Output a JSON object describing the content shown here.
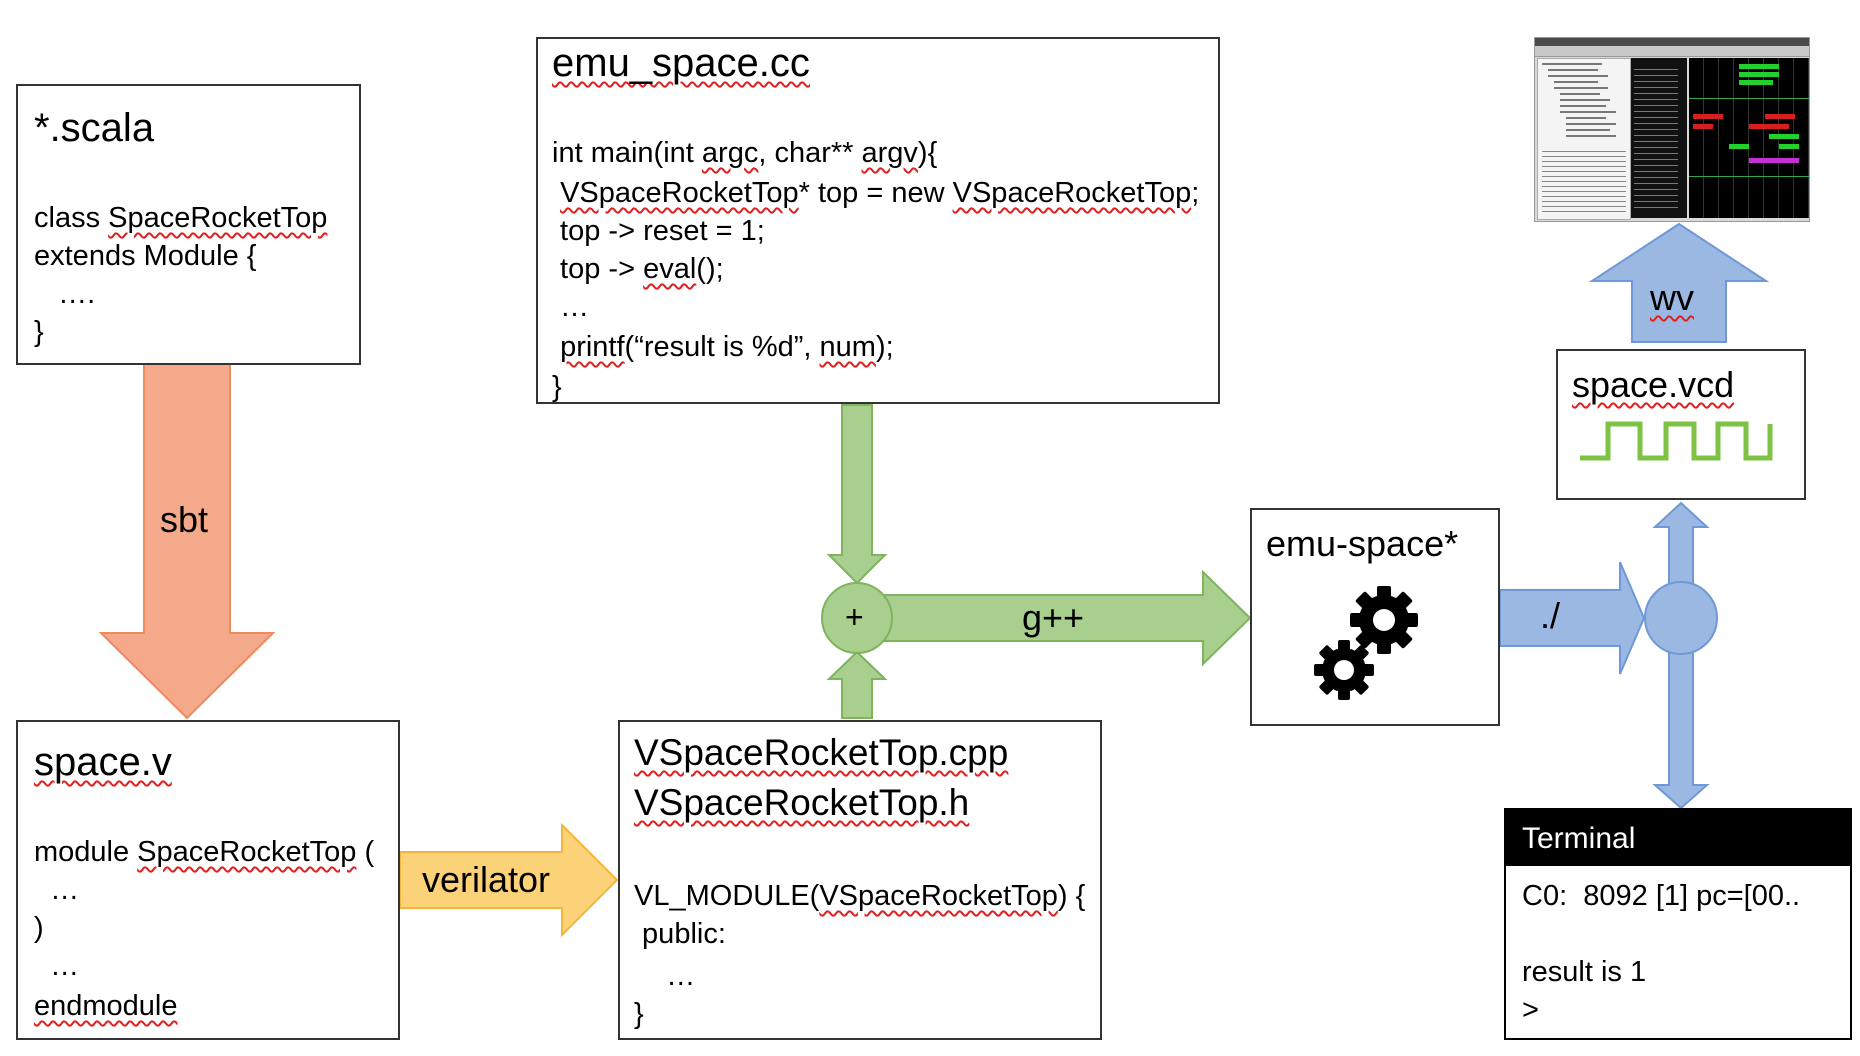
{
  "scala_box": {
    "title": "*.scala",
    "line1_a": "class ",
    "line1_b": "SpaceRocketTop",
    "line2": "extends Module {",
    "line3": "   ….",
    "line4": "}"
  },
  "arrows": {
    "sbt": "sbt",
    "verilator": "verilator",
    "gpp": "g++",
    "plus": "+",
    "run": "./",
    "wv": "wv"
  },
  "spacev_box": {
    "title": "space.v",
    "line1_a": "module ",
    "line1_b": "SpaceRocketTop",
    "line1_c": " (",
    "line2": "  …",
    "line3": ")",
    "line4": "  …",
    "line5": "endmodule"
  },
  "emu_cc_box": {
    "title": "emu_space.cc",
    "line1_a": "int ",
    "line1_b": "main(int",
    "line1_c": " ",
    "line1_d": "argc",
    "line1_e": ", char** ",
    "line1_f": "argv",
    "line1_g": "){",
    "line2_a": " ",
    "line2_b": "VSpaceRocketTop",
    "line2_c": "* top = new ",
    "line2_d": "VSpaceRocketTop",
    "line2_e": ";",
    "line3": " top -> reset = 1;",
    "line4_a": " top -> ",
    "line4_b": "eval",
    "line4_c": "();",
    "line5": " …",
    "line6_a": " ",
    "line6_b": "printf",
    "line6_c": "(“result is %d”, ",
    "line6_d": "num",
    "line6_e": ");",
    "line7": "}"
  },
  "vcpp_box": {
    "title1": "VSpaceRocketTop.cpp",
    "title2": "VSpaceRocketTop.h",
    "line1_a": "VL_MODULE(",
    "line1_b": "VSpaceRocketTop",
    "line1_c": ") {",
    "line2": " public:",
    "line3": "    …",
    "line4": "}"
  },
  "emu_bin_box": {
    "title": "emu-space*",
    "icon": "gears-icon"
  },
  "vcd_box": {
    "title": "space.vcd",
    "icon": "square-waveform-icon"
  },
  "terminal": {
    "header": "Terminal",
    "line1": "C0:  8092 [1] pc=[00..",
    "line2": "result is 1",
    "line3": ">"
  },
  "waveform_viewer": {
    "icon": "waveform-viewer-screenshot-icon"
  },
  "colors": {
    "orange_arrow": "#F4A98B",
    "orange_border": "#EE8A5E",
    "yellow_arrow": "#FCD279",
    "yellow_border": "#F5B53A",
    "green_arrow": "#A9CF8E",
    "green_border": "#7FB35E",
    "blue_arrow": "#9BB8E3",
    "blue_border": "#6E98D6",
    "wave_green": "#7DC242"
  }
}
